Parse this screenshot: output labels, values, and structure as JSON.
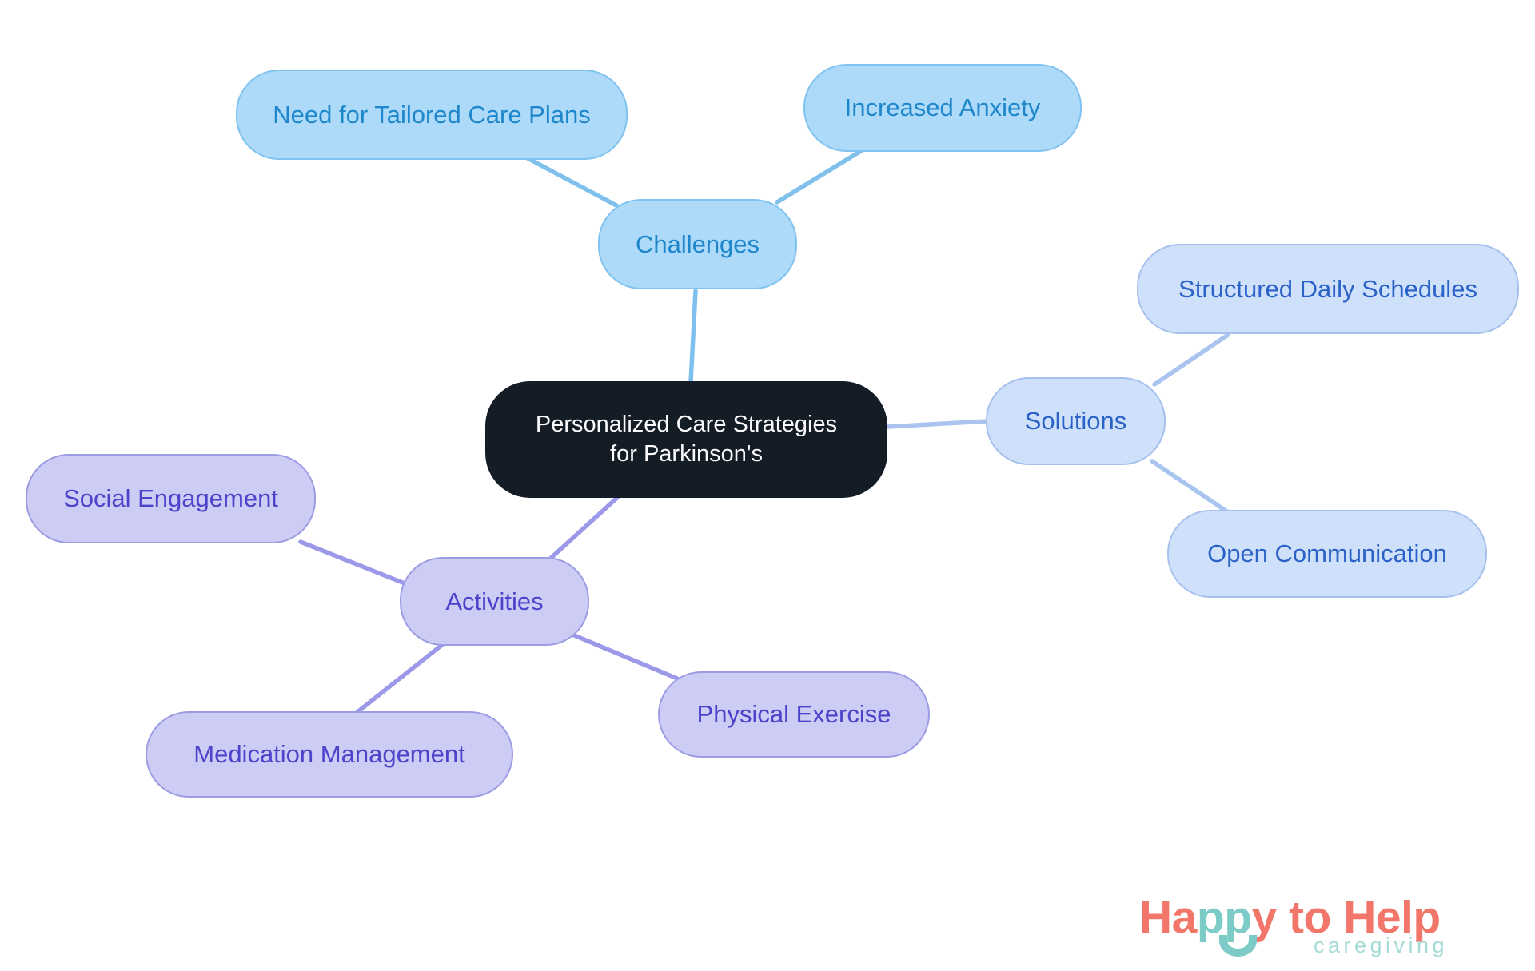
{
  "diagram": {
    "title": "Personalized Care Strategies for Parkinson's",
    "center": {
      "lines": [
        "Personalized Care Strategies",
        "for Parkinson's"
      ],
      "bg": "#141C26",
      "text_color": "#FAFAFC"
    },
    "branches": [
      {
        "label": "Challenges",
        "fill": "#ACDAF8",
        "border": "#80C3F0",
        "text_color": "#1E86CB",
        "line_color": "#7FC0EC",
        "children": [
          "Need for Tailored Care Plans",
          "Increased Anxiety"
        ]
      },
      {
        "label": "Solutions",
        "fill": "#CFE1FA",
        "border": "#A6C1EE",
        "text_color": "#2B62C7",
        "line_color": "#A9C4EF",
        "children": [
          "Structured Daily Schedules",
          "Open Communication"
        ]
      },
      {
        "label": "Activities",
        "fill": "#CCCCF5",
        "border": "#9C9CE3",
        "text_color": "#4C43CB",
        "line_color": "#9B99E8",
        "children": [
          "Social Engagement",
          "Medication Management",
          "Physical Exercise"
        ]
      }
    ]
  },
  "logo": {
    "segments": [
      {
        "text": "Ha",
        "color": "#F3766B"
      },
      {
        "text": "pp",
        "color": "#7CCBC6"
      },
      {
        "text": "y to Help",
        "color": "#F3766B"
      }
    ],
    "tagline": "caregiving",
    "tagline_color": "#A5DBD5",
    "coral": "#F3766B",
    "teal": "#7CCBC6"
  }
}
